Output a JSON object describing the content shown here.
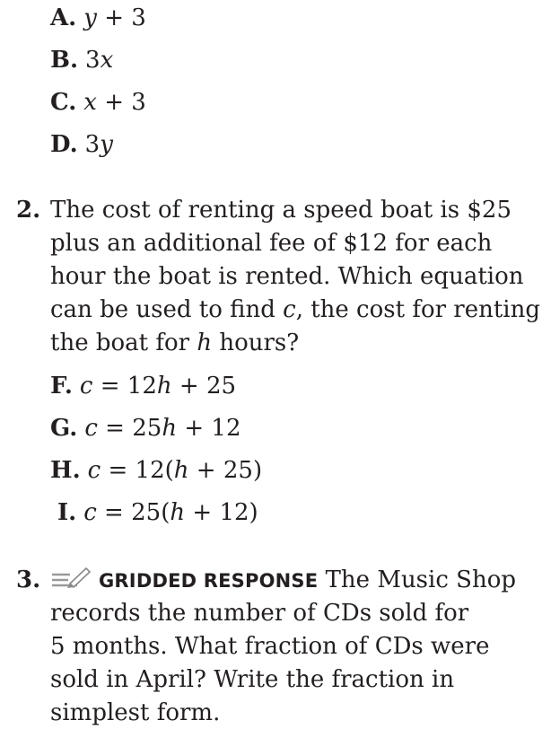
{
  "q1": {
    "choices": [
      {
        "letter": "A.",
        "pre": "",
        "var": "y",
        "post": " + 3"
      },
      {
        "letter": "B.",
        "pre": "3",
        "var": "x",
        "post": ""
      },
      {
        "letter": "C.",
        "pre": "",
        "var": "x",
        "post": " + 3"
      },
      {
        "letter": "D.",
        "pre": "3",
        "var": "y",
        "post": ""
      }
    ]
  },
  "q2": {
    "number": "2.",
    "lines": [
      "The cost of renting a speed boat is $25",
      "plus an additional fee of $12 for each",
      "hour the boat is rented. Which equation",
      "can be used to find ",
      "the boat for "
    ],
    "line4_var": "c",
    "line4_rest": ", the cost for renting",
    "line5_var": "h",
    "line5_rest": " hours?",
    "choices": [
      {
        "letter": "F.",
        "text": "c = 12h + 25"
      },
      {
        "letter": "G.",
        "text": "c = 25h + 12"
      },
      {
        "letter": "H.",
        "text": "c = 12(h + 25)"
      },
      {
        "letter": "I.",
        "text": "c = 25(h + 12)"
      }
    ]
  },
  "q3": {
    "number": "3.",
    "tag": "GRIDDED RESPONSE",
    "icon": "pencil-grid-icon",
    "lines": [
      " The Music Shop",
      "records the number of CDs sold for",
      "5 months. What fraction of CDs were",
      "sold in April? Write the fraction in",
      "simplest form."
    ]
  }
}
